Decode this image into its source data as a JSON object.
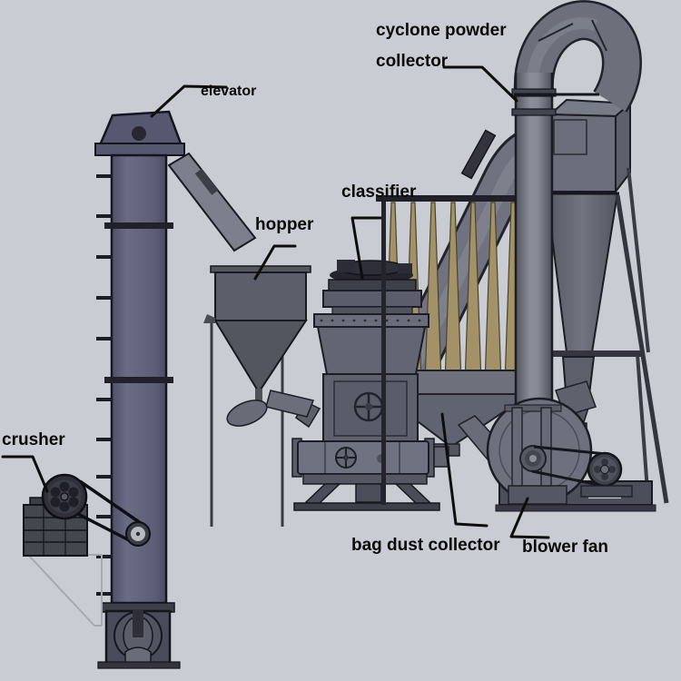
{
  "diagram": {
    "type": "labeled-machinery-diagram",
    "background_color": "#c9ccd3",
    "label_color": "#0a0a0a",
    "leader_line_color": "#0d0d0d",
    "labels": {
      "cyclone_powder_collector": {
        "line1": "cyclone powder",
        "line2": "collector"
      },
      "elevator": "elevator",
      "hopper": "hopper",
      "classifier": "classifier",
      "crusher": "crusher",
      "bag_dust_collector": "bag dust collector",
      "blower_fan": "blower fan"
    },
    "machine_colors": {
      "elevator_body": "#5f6179",
      "steel_gray": "#6b6e7a",
      "dark_steel": "#43454f",
      "filter_bags_tan": "#a39267",
      "duct_gray": "#70737f"
    }
  }
}
